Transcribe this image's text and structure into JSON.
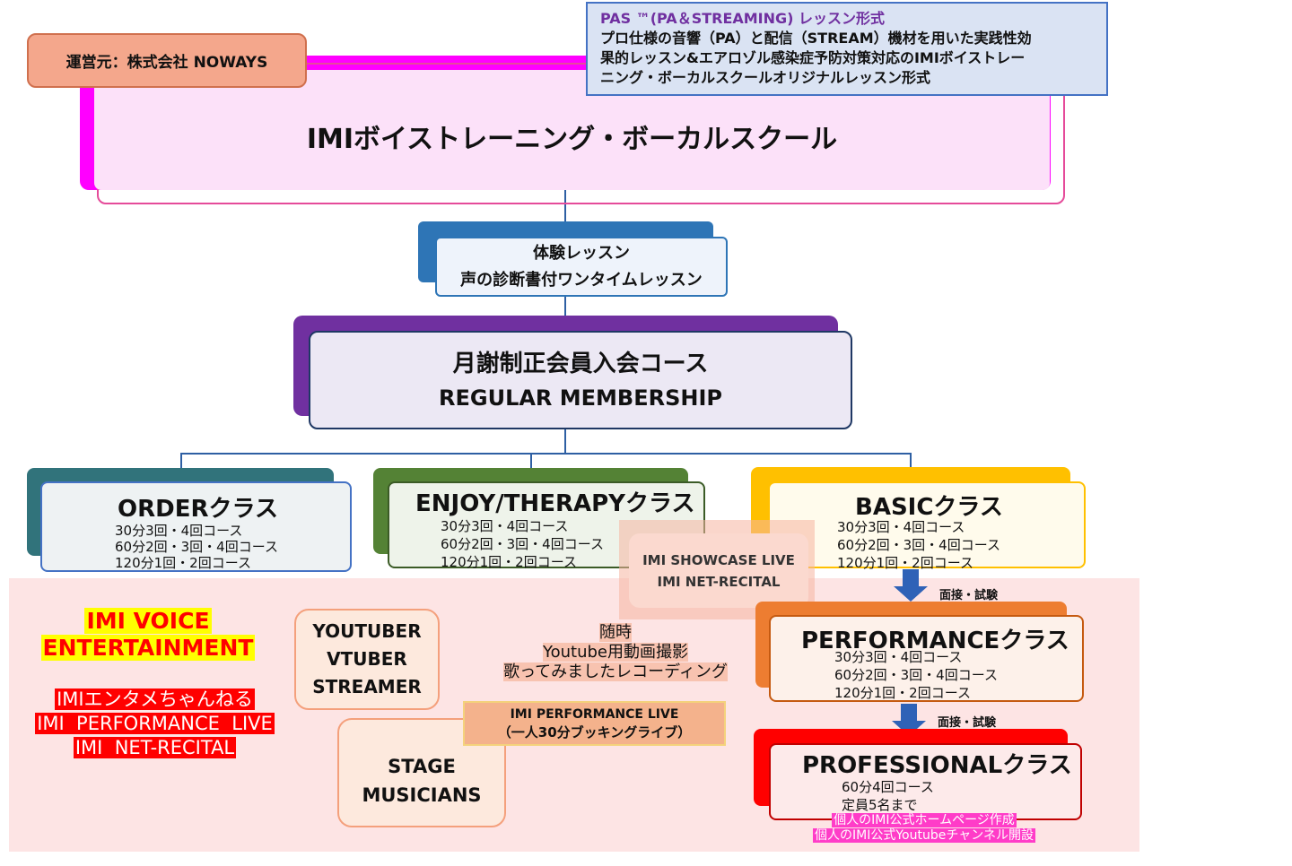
{
  "operator": "運営元：株式会社 NOWAYS",
  "pas": {
    "title": "PAS ™(PA＆STREAMING) レッスン形式",
    "lines": [
      "プロ仕様の音響（PA）と配信（STREAM）機材を用いた実践性効",
      "果的レッスン&エアロゾル感染症予防対策対応のIMIボイストレー",
      "ニング・ボーカルスクールオリジナルレッスン形式"
    ]
  },
  "school_title": "IMIボイストレーニング・ボーカルスクール",
  "trial": {
    "line1": "体験レッスン",
    "line2": "声の診断書付ワンタイムレッスン"
  },
  "membership": {
    "jp": "月謝制正会員入会コース",
    "en": "REGULAR MEMBERSHIP"
  },
  "order_class": {
    "title": "ORDERクラス",
    "lines": [
      "30分3回・4回コース",
      "60分2回・3回・4回コース",
      "120分1回・2回コース"
    ]
  },
  "enjoy_class": {
    "title": "ENJOY/THERAPYクラス",
    "lines": [
      "30分3回・4回コース",
      "60分2回・3回・4回コース",
      "120分1回・2回コース"
    ]
  },
  "basic_class": {
    "title": "BASICクラス",
    "lines": [
      "30分3回・4回コース",
      "60分2回・3回・4回コース",
      "120分1回・2回コース"
    ]
  },
  "showcase": {
    "line1": "IMI SHOWCASE LIVE",
    "line2": "IMI NET-RECITAL"
  },
  "interview1": "面接・試験",
  "interview2": "面接・試験",
  "performance_class": {
    "title": "PERFORMANCEクラス",
    "lines": [
      "30分3回・4回コース",
      "60分2回・3回・4回コース",
      "120分1回・2回コース"
    ]
  },
  "professional_class": {
    "title": "PROFESSIONALクラス",
    "lines": [
      "60分4回コース",
      "定員5名まで"
    ],
    "extras": [
      "個人のIMI公式ホームページ作成",
      "個人のIMI公式Youtubeチャンネル開設"
    ]
  },
  "entertainment": {
    "title1": "IMI VOICE",
    "title2": "ENTERTAINMENT",
    "items": [
      "IMIエンタメちゃんねる",
      "IMI  PERFORMANCE  LIVE",
      "IMI  NET-RECITAL"
    ]
  },
  "youtuber": {
    "lines": [
      "YOUTUBER",
      "VTUBER",
      "STREAMER"
    ]
  },
  "stage": {
    "lines": [
      "STAGE",
      "MUSICIANS"
    ]
  },
  "anytime": {
    "lines": [
      "随時",
      "Youtube用動画撮影",
      "歌ってみましたレコーディング"
    ]
  },
  "perf_live": {
    "line1": "IMI PERFORMANCE LIVE",
    "line2": "（一人30分ブッキングライブ）"
  },
  "colors": {
    "magenta": "#ff00ff",
    "purple": "#7030a0",
    "teal": "#31737b",
    "green": "#548235",
    "gold": "#ffc000",
    "orange": "#ed7d31",
    "red": "#ff0000",
    "blue": "#2e75b6",
    "pink_zone": "#fde4e4"
  }
}
